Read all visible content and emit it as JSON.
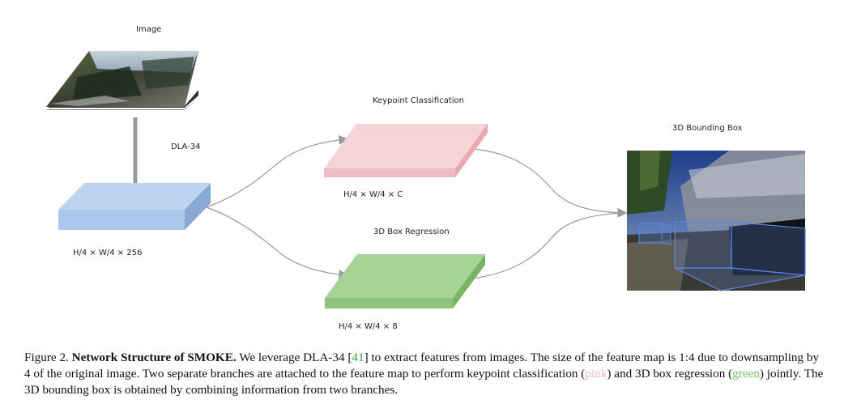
{
  "nodes": {
    "image_label": "Image",
    "backbone_label": "DLA-34",
    "feature_dims": "H/4 × W/4 × 256",
    "keypoint_title": "Keypoint Classification",
    "keypoint_dims": "H/4 × W/4 × C",
    "regression_title": "3D Box Regression",
    "regression_dims": "H/4 × W/4 × 8",
    "output_title": "3D Bounding Box"
  },
  "colors": {
    "feature_map": "#a9c8ec",
    "keypoint": "#f5d3d6",
    "regression": "#a5d497",
    "arrow": "#9a9a9a",
    "bbox": "#5a86e0"
  },
  "caption": {
    "prefix": "Figure 2.",
    "title": "Network Structure of SMOKE.",
    "s1": "We leverage DLA-34 [",
    "ref": "41",
    "s2": "] to extract features from images. The size of the feature map is 1:4 due to downsampling by 4 of the original image. Two separate branches are attached to the feature map to perform keypoint classification (",
    "pink_word": "pink",
    "s3": ") and 3D box regression (",
    "green_word": "green",
    "s4": ") jointly. The 3D bounding box is obtained by combining information from two branches."
  }
}
